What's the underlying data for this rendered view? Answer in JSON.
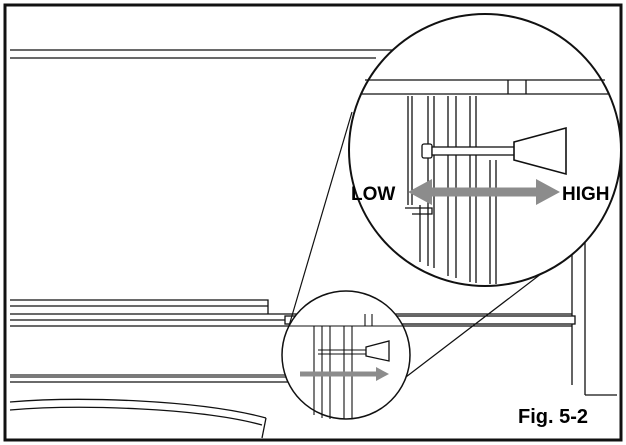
{
  "labels": {
    "low": "LOW",
    "high": "HIGH",
    "figure": "Fig. 5-2"
  },
  "colors": {
    "line": "#111111",
    "arrow": "#8c8c8c",
    "background": "#ffffff"
  },
  "icons": {
    "adjustment_arrow": "double-headed-arrow-icon",
    "knob": "tapered-knob-icon"
  }
}
